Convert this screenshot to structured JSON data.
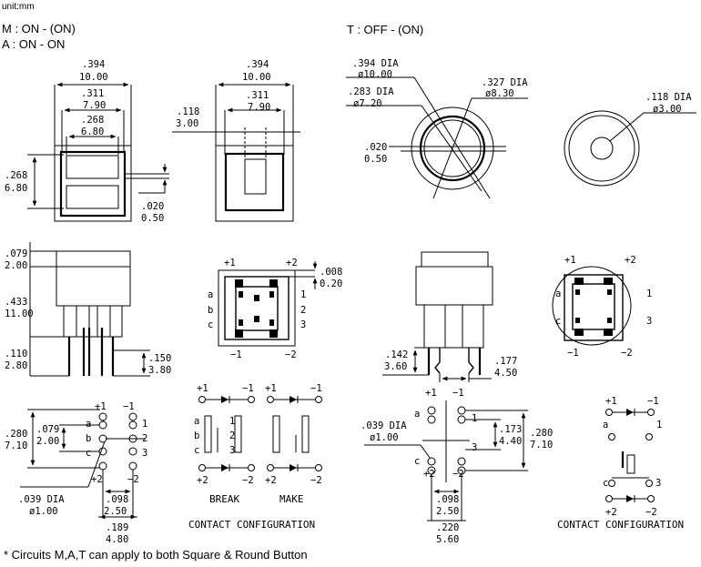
{
  "header": {
    "unit": "unit:mm",
    "mode_m": "M : ON - (ON)",
    "mode_a": "A : ON - ON",
    "mode_t": "T : OFF - (ON)"
  },
  "square_top": {
    "outer_in": ".394",
    "outer_mm": "10.00",
    "mid_in": ".311",
    "mid_mm": "7.90",
    "inner_in": ".268",
    "inner_mm": "6.80",
    "height_in": ".268",
    "height_mm": "6.80",
    "gap_in": ".020",
    "gap_mm": "0.50"
  },
  "square_cap": {
    "outer_in": ".394",
    "outer_mm": "10.00",
    "mid_in": ".311",
    "mid_mm": "7.90",
    "offset_in": ".118",
    "offset_mm": "3.00"
  },
  "round_top": {
    "outer_in": ".394 DIA",
    "outer_mm": "ø10.00",
    "mid_in": ".327 DIA",
    "mid_mm": "ø8.30",
    "inner_in": ".283 DIA",
    "inner_mm": "ø7.20",
    "gap_in": ".020",
    "gap_mm": "0.50"
  },
  "round_cap": {
    "dia_in": ".118 DIA",
    "dia_mm": "ø3.00"
  },
  "square_side": {
    "cap_in": ".079",
    "cap_mm": "2.00",
    "body_in": ".433",
    "body_mm": "11.00",
    "pin_in": ".110",
    "pin_mm": "2.80",
    "pin2_in": ".150",
    "pin2_mm": "3.80"
  },
  "square_terminal": {
    "plus1": "+1",
    "plus2": "+2",
    "minus1": "−1",
    "minus2": "−2",
    "a": "a",
    "b": "b",
    "c": "c",
    "n1": "1",
    "n2": "2",
    "n3": "3",
    "gap_in": ".008",
    "gap_mm": "0.20"
  },
  "round_side": {
    "pin_in": ".142",
    "pin_mm": "3.60",
    "span_in": ".177",
    "span_mm": "4.50"
  },
  "round_terminal": {
    "plus1": "+1",
    "plus2": "+2",
    "minus1": "−1",
    "minus2": "−2",
    "a": "a",
    "c": "c",
    "n1": "1",
    "n3": "3"
  },
  "square_footprint": {
    "plus1": "+1",
    "minus1": "−1",
    "plus2": "+2",
    "minus2": "−2",
    "a": "a",
    "b": "b",
    "c": "c",
    "n1": "1",
    "n2": "2",
    "n3": "3",
    "h_in": ".280",
    "h_mm": "7.10",
    "v_in": ".079",
    "v_mm": "2.00",
    "dia_in": ".039 DIA",
    "dia_mm": "ø1.00",
    "pitch_in": ".098",
    "pitch_mm": "2.50",
    "width_in": ".189",
    "width_mm": "4.80"
  },
  "contact_square": {
    "p1": "+1",
    "m1": "−1",
    "p2": "+2",
    "m2": "−2",
    "p1b": "+1",
    "m1b": "−1",
    "p2b": "+2",
    "m2b": "−2",
    "a": "a",
    "b": "b",
    "c": "c",
    "n1": "1",
    "n2": "2",
    "n3": "3",
    "break": "BREAK",
    "make": "MAKE",
    "caption": "CONTACT CONFIGURATION"
  },
  "round_footprint": {
    "plus1": "+1",
    "minus1": "−1",
    "plus2": "+2",
    "minus2": "−2",
    "a": "a",
    "c": "c",
    "n1": "1",
    "n3": "3",
    "dia_in": ".039 DIA",
    "dia_mm": "ø1.00",
    "v1_in": ".173",
    "v1_mm": "4.40",
    "v2_in": ".280",
    "v2_mm": "7.10",
    "pitch_in": ".098",
    "pitch_mm": "2.50",
    "width_in": ".220",
    "width_mm": "5.60"
  },
  "contact_round": {
    "p1": "+1",
    "m1": "−1",
    "p2": "+2",
    "m2": "−2",
    "a": "a",
    "c": "c",
    "n1": "1",
    "n3": "3",
    "caption": "CONTACT CONFIGURATION"
  },
  "footnote": "* Circuits M,A,T can apply to both Square & Round Button"
}
